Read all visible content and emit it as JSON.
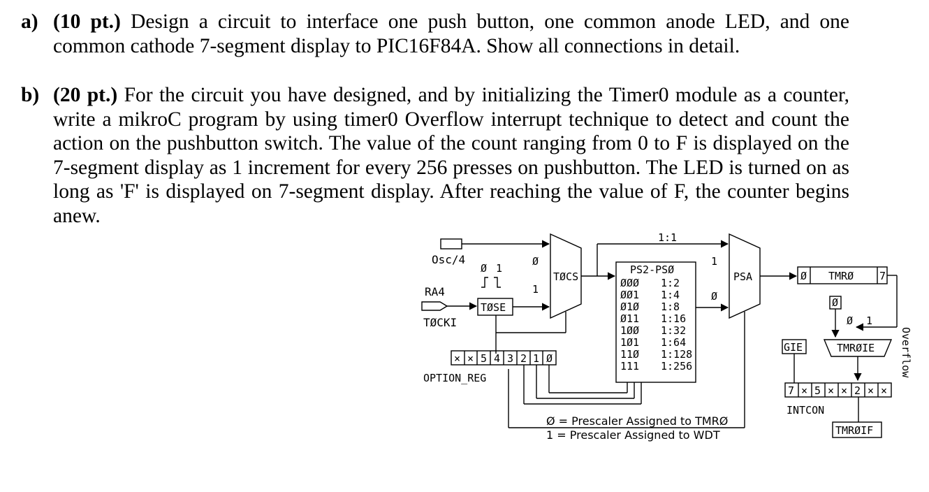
{
  "question_a": {
    "label": "a)",
    "points": "(10 pt.)",
    "text": "Design a circuit to interface one push button, one common anode LED, and one common cathode 7-segment display to PIC16F84A. Show all connections in detail."
  },
  "question_b": {
    "label": "b)",
    "points": "(20 pt.)",
    "text": "For the circuit you have designed, and by initializing the Timer0 module as a counter, write a mikroC program by using timer0 Overflow interrupt technique to detect and count the action on the pushbutton switch. The value of the count ranging from 0 to F is displayed on the 7-segment display as 1 increment for every 256 presses on pushbutton. The LED is turned on as long as 'F' is displayed on 7-segment display. After reaching the value of F, the counter begins anew."
  },
  "diagram": {
    "osc": "Osc/4",
    "ra4": "RA4",
    "tocki": "TØCKI",
    "edge_zero": "Ø",
    "edge_one": "1",
    "tose": "TØSE",
    "mux1_zero": "Ø",
    "mux1_one": "1",
    "tocs": "TØCS",
    "ratio_top": "1:1",
    "prescaler_title": "PS2-PSØ",
    "prescaler_rows": [
      {
        "code": "ØØØ",
        "ratio": "1:2"
      },
      {
        "code": "ØØ1",
        "ratio": "1:4"
      },
      {
        "code": "Ø1Ø",
        "ratio": "1:8"
      },
      {
        "code": "Ø11",
        "ratio": "1:16"
      },
      {
        "code": "1ØØ",
        "ratio": "1:32"
      },
      {
        "code": "1Ø1",
        "ratio": "1:64"
      },
      {
        "code": "11Ø",
        "ratio": "1:128"
      },
      {
        "code": "111",
        "ratio": "1:256"
      }
    ],
    "mux2_one": "1",
    "mux2_zero": "Ø",
    "psa": "PSA",
    "tmr0_low": "Ø",
    "tmr0": "TMRØ",
    "tmr0_high": "7",
    "option_bits": [
      "×",
      "×",
      "5",
      "4",
      "3",
      "2",
      "1",
      "Ø"
    ],
    "option_reg": "OPTION_REG",
    "tmr0ie_bit": "Ø",
    "and_zero": "Ø",
    "and_one": "1",
    "gie": "GIE",
    "tmr0ie": "TMRØIE",
    "intcon_bits": [
      "7",
      "×",
      "5",
      "×",
      "×",
      "2",
      "×",
      "×"
    ],
    "intcon": "INTCON",
    "tmr0if": "TMRØIF",
    "overflow": "Overflow",
    "legend_line1": "Ø = Prescaler Assigned to TMRØ",
    "legend_line2": "1 = Prescaler Assigned to WDT"
  }
}
